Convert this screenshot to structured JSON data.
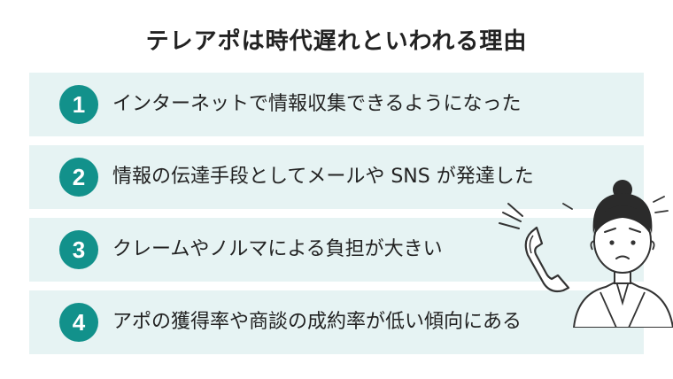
{
  "title": "テレアポは時代遅れといわれる理由",
  "items": [
    {
      "number": "1",
      "text": "インターネットで情報収集できるようになった"
    },
    {
      "number": "2",
      "text": "情報の伝達手段としてメールや SNS が発達した"
    },
    {
      "number": "3",
      "text": "クレームやノルマによる負担が大きい"
    },
    {
      "number": "4",
      "text": "アポの獲得率や商談の成約率が低い傾向にある"
    }
  ],
  "colors": {
    "badge": "#12918b",
    "row_background": "#e6f3f3",
    "text": "#222222"
  },
  "illustration": {
    "icons": [
      "worried-woman-icon",
      "ringing-phone-icon"
    ]
  }
}
